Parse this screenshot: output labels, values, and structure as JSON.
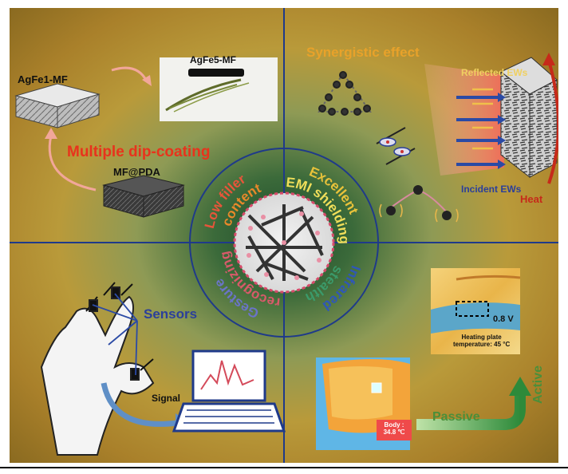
{
  "quadrant_tl": {
    "label_agfe1": "AgFe1-MF",
    "label_agfe5": "AgFe5-MF",
    "label_mfpda": "MF@PDA",
    "title": "Multiple dip-coating"
  },
  "quadrant_tr": {
    "title": "Synergistic effect",
    "label_reflected": "Reflected EWs",
    "label_incident": "Incident EWs",
    "label_heat": "Heat"
  },
  "quadrant_bl": {
    "label_sensors": "Sensors",
    "label_signal": "Signal"
  },
  "quadrant_br": {
    "voltage": "0.8 V",
    "heating_line1": "Heating plate",
    "heating_line2": "temperature: 45 °C",
    "body_line1": "Body :",
    "body_line2": "34.8 ℃",
    "label_passive": "Passive",
    "label_active": "Active"
  },
  "center": {
    "ring_low_filler": "Low filler",
    "ring_content": "content",
    "ring_excellent": "Excellent",
    "ring_emi": "EMI shielding",
    "ring_infrared": "Infrared",
    "ring_stealth": "stealth",
    "ring_gesture": "Gesture",
    "ring_recognizing": "recognizing"
  },
  "colors": {
    "divider": "#1f3a8a",
    "orange_title": "#e8a22a",
    "red_title": "#e8331c",
    "blue_label": "#2b3f9a",
    "green_label": "#4a8f3a"
  }
}
